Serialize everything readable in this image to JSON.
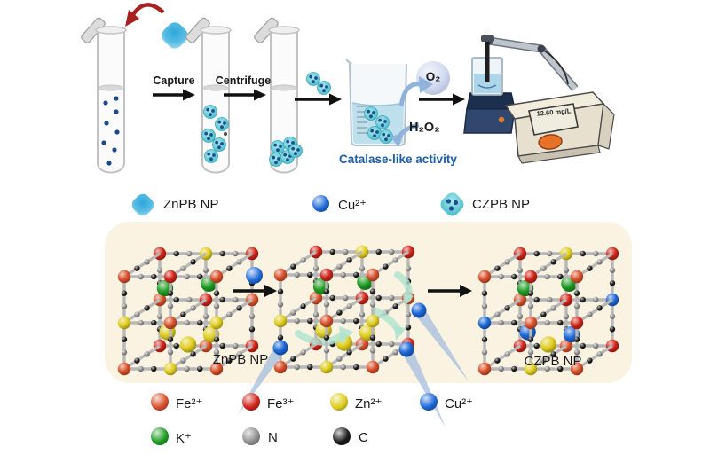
{
  "workflow": {
    "capture_label": "Capture",
    "centrifuge_label": "Centrifuge",
    "o2_label": "O₂",
    "h2o2_label": "H₂O₂",
    "activity_label": "Catalase-like activity",
    "meter_reading": "12.60 mg/L"
  },
  "np_legend": {
    "znpb": {
      "label": "ZnPB NP",
      "color": "#35aade"
    },
    "cu": {
      "label": "Cu²⁺",
      "color": "#1b67d6"
    },
    "czpb": {
      "label": "CZPB NP",
      "color": "#56c8d4"
    }
  },
  "structure_panel": {
    "background": "#faf3e1",
    "left_label": "ZnPB NP",
    "right_label": "CZPB NP"
  },
  "atom_legend": {
    "items": [
      {
        "label": "Fe²⁺",
        "color": "#d8502a"
      },
      {
        "label": "Fe³⁺",
        "color": "#cf2318"
      },
      {
        "label": "Zn²⁺",
        "color": "#e0cd1f"
      },
      {
        "label": "Cu²⁺",
        "color": "#1b67d6"
      },
      {
        "label": "K⁺",
        "color": "#1e9c22"
      },
      {
        "label": "N",
        "color": "#8f8f8f"
      },
      {
        "label": "C",
        "color": "#1a1a1a"
      }
    ]
  }
}
